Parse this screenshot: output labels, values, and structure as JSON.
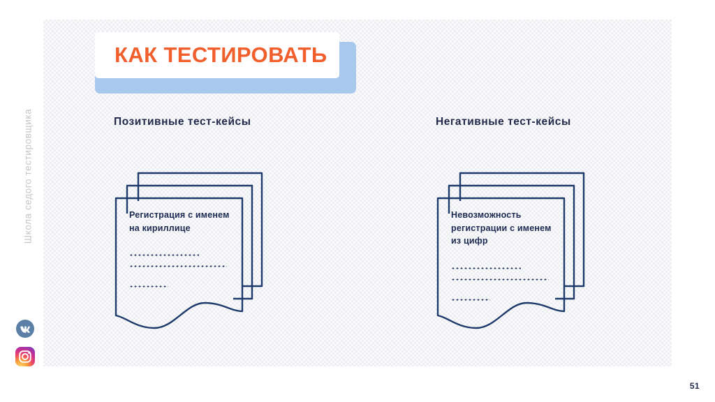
{
  "slide": {
    "title": "КАК ТЕСТИРОВАТЬ",
    "page_number": "51",
    "brand_vertical": "Школа седого тестировщика"
  },
  "colors": {
    "accent_orange": "#f15f2c",
    "accent_blue": "#a9c8ee",
    "text_navy": "#232a4a",
    "card_outline": "#1d3a6b",
    "brand_gray": "#c8c6c4",
    "panel_bg": "#fbfbfc"
  },
  "social": [
    {
      "name": "vk-icon",
      "label": "VK"
    },
    {
      "name": "instagram-icon",
      "label": "Instagram"
    }
  ],
  "columns": [
    {
      "heading": "Позитивные тест-кейсы",
      "card": {
        "title": "Регистрация с именем на кириллице",
        "placeholder_lines": [
          "....................",
          "...............................",
          "..........."
        ]
      }
    },
    {
      "heading": "Негативные тест-кейсы",
      "card": {
        "title": "Невозможность регистрации с именем из цифр",
        "placeholder_lines": [
          "....................",
          "...............................",
          "..........."
        ]
      }
    }
  ]
}
